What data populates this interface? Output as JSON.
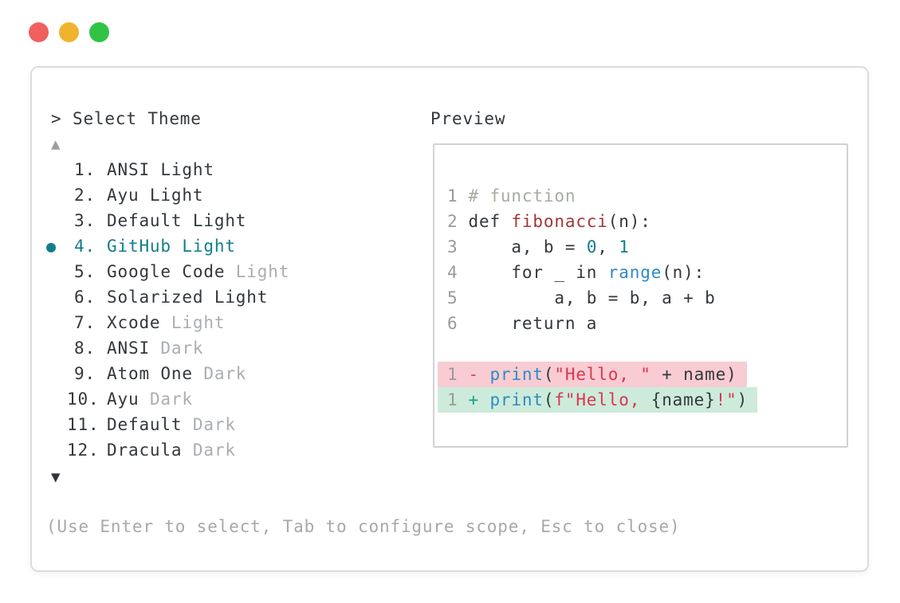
{
  "window": {
    "prompt": "> Select Theme",
    "scroll_up_symbol": "▲",
    "scroll_down_symbol": "▼",
    "hint": "(Use Enter to select, Tab to configure scope, Esc to close)",
    "traffic_lights": [
      {
        "name": "close",
        "color": "#f15f5f"
      },
      {
        "name": "minimize",
        "color": "#f0b42c"
      },
      {
        "name": "zoom",
        "color": "#31c346"
      }
    ]
  },
  "theme_list": {
    "bullet_symbol": "●",
    "selected_index": 3,
    "items": [
      {
        "number": "1.",
        "label": "ANSI Light",
        "muted": "",
        "selected": false
      },
      {
        "number": "2.",
        "label": "Ayu Light",
        "muted": "",
        "selected": false
      },
      {
        "number": "3.",
        "label": "Default Light",
        "muted": "",
        "selected": false
      },
      {
        "number": "4.",
        "label": "GitHub Light",
        "muted": "",
        "selected": true
      },
      {
        "number": "5.",
        "label": "Google Code ",
        "muted": "Light",
        "selected": false
      },
      {
        "number": "6.",
        "label": "Solarized Light",
        "muted": "",
        "selected": false
      },
      {
        "number": "7.",
        "label": "Xcode ",
        "muted": "Light",
        "selected": false
      },
      {
        "number": "8.",
        "label": "ANSI ",
        "muted": "Dark",
        "selected": false
      },
      {
        "number": "9.",
        "label": "Atom One ",
        "muted": "Dark",
        "selected": false
      },
      {
        "number": "10.",
        "label": "Ayu ",
        "muted": "Dark",
        "selected": false
      },
      {
        "number": "11.",
        "label": "Default ",
        "muted": "Dark",
        "selected": false
      },
      {
        "number": "12.",
        "label": "Dracula ",
        "muted": "Dark",
        "selected": false
      }
    ]
  },
  "preview": {
    "label": "Preview",
    "lines": [
      {
        "num": "1",
        "tokens": [
          {
            "c": "comment",
            "t": "# function"
          }
        ]
      },
      {
        "num": "2",
        "tokens": [
          {
            "c": "plain",
            "t": "def "
          },
          {
            "c": "func",
            "t": "fibonacci"
          },
          {
            "c": "plain",
            "t": "(n):"
          }
        ]
      },
      {
        "num": "3",
        "tokens": [
          {
            "c": "plain",
            "t": "    a, b = "
          },
          {
            "c": "num",
            "t": "0"
          },
          {
            "c": "plain",
            "t": ", "
          },
          {
            "c": "num",
            "t": "1"
          }
        ]
      },
      {
        "num": "4",
        "tokens": [
          {
            "c": "plain",
            "t": "    for _ in "
          },
          {
            "c": "builtin",
            "t": "range"
          },
          {
            "c": "plain",
            "t": "(n):"
          }
        ]
      },
      {
        "num": "5",
        "tokens": [
          {
            "c": "plain",
            "t": "        a, b = b, a + b"
          }
        ]
      },
      {
        "num": "6",
        "tokens": [
          {
            "c": "plain",
            "t": "    return a"
          }
        ]
      },
      {
        "blank": true
      },
      {
        "num": "1",
        "diff": "removed",
        "tokens": [
          {
            "c": "removed-sign",
            "t": "- "
          },
          {
            "c": "builtin",
            "t": "print"
          },
          {
            "c": "plain",
            "t": "("
          },
          {
            "c": "string",
            "t": "\"Hello, \""
          },
          {
            "c": "plain",
            "t": " + name)"
          }
        ]
      },
      {
        "num": "1",
        "diff": "added",
        "tokens": [
          {
            "c": "added-sign",
            "t": "+ "
          },
          {
            "c": "builtin",
            "t": "print"
          },
          {
            "c": "plain",
            "t": "("
          },
          {
            "c": "string",
            "t": "f\"Hello, "
          },
          {
            "c": "plain",
            "t": "{name}"
          },
          {
            "c": "string",
            "t": "!\""
          },
          {
            "c": "plain",
            "t": ")"
          }
        ]
      }
    ]
  },
  "colors": {
    "ink": "#33383d",
    "muted": "#aaaeb2",
    "lnum": "#9a9a9a",
    "accent": "#117e8a",
    "blue": "#2e8bc5",
    "func-red": "#a23737",
    "string-red": "#dd3450",
    "minus-red": "#d94556",
    "plus-teal": "#18a186",
    "comment": "#a6ad9e",
    "removed-bg": "#f8ccd2",
    "added-bg": "#cdebdb",
    "hint": "#a8a8a8"
  }
}
